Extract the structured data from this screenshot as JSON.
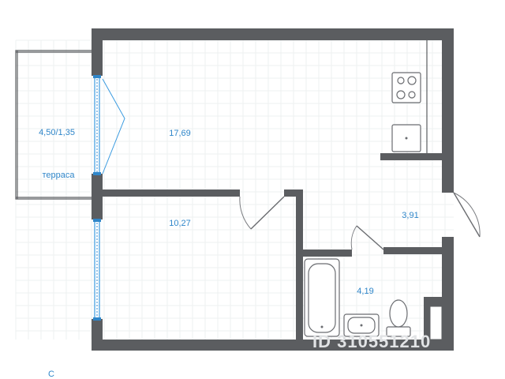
{
  "floor_plan": {
    "rooms": [
      {
        "id": "terrace",
        "name": "терраса",
        "area": "4,50/1,35"
      },
      {
        "id": "living-room",
        "area": "17,69"
      },
      {
        "id": "bedroom",
        "area": "10,27"
      },
      {
        "id": "hallway",
        "area": "3,91"
      },
      {
        "id": "bathroom",
        "area": "4,19"
      }
    ],
    "compass_label": "С",
    "watermark": "ID 310551210"
  },
  "colors": {
    "wall": "#5b5d60",
    "label": "#2f86c9",
    "window": "#3a9be0",
    "grid": "#eef0f1"
  },
  "icons": [
    "stove-icon",
    "sink-icon",
    "bathtub-icon",
    "washbasin-icon",
    "toilet-icon",
    "door-icon",
    "window-icon"
  ]
}
